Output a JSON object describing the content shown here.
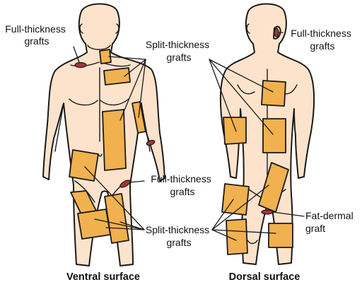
{
  "labels": {
    "ventral_full_top": [
      "Full-thickness",
      "grafts"
    ],
    "ventral_split_top": [
      "Split-thickness",
      "grafts"
    ],
    "ventral_full_mid": [
      "Full-thickness",
      "grafts"
    ],
    "ventral_split_bottom": [
      "Split-thickness",
      "grafts"
    ],
    "dorsal_full_top": [
      "Full-thickness",
      "grafts"
    ],
    "dorsal_fat_dermal": [
      "Fat-dermal",
      "graft"
    ]
  },
  "captions": {
    "ventral": "Ventral surface",
    "dorsal": "Dorsal surface"
  },
  "colors": {
    "skin": "#fde3cc",
    "split_thickness_graft": "#f1b14f",
    "full_thickness_graft": "#a7333a",
    "outline": "#1a1a1a"
  }
}
